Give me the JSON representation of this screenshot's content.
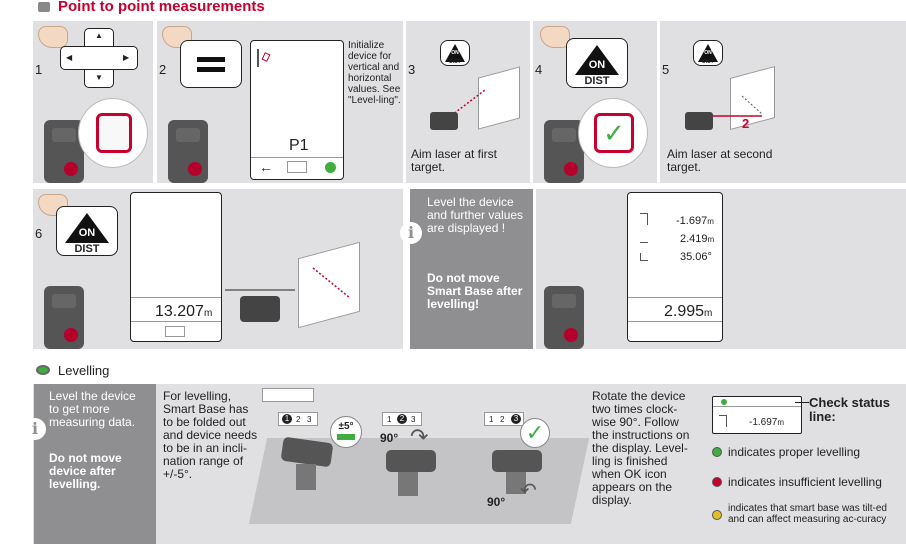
{
  "title": "Point to point measurements",
  "steps": {
    "s1": "1",
    "s2": "2",
    "s3": "3",
    "s4": "4",
    "s5": "5",
    "s6": "6"
  },
  "step2_text": "Initialize device for vertical and horizontal values. See \"Level-ling\".",
  "step2_screen": "P1",
  "step3_text": "Aim laser at first target.",
  "step5_text": "Aim laser at second target.",
  "step5_label": "2",
  "on_label": "ON",
  "dist_label": "DIST",
  "step6_value": "13.207",
  "step6_unit": "m",
  "info1_text": "Level the device and further values are displayed !",
  "info1_bold": "Do not move Smart Base after levelling!",
  "result": {
    "v1": "-1.697",
    "u1": "m",
    "v2": "2.419",
    "u2": "m",
    "v3": "35.06°",
    "main": "2.995",
    "main_unit": "m"
  },
  "levelling": {
    "heading": "Levelling",
    "info_text": "Level the device to get more measuring data.",
    "info_bold": "Do not move device after levelling.",
    "desc": "For levelling, Smart Base has to be folded out and device needs to be in an incli-nation range of +/-5°.",
    "pm5": "±5°",
    "deg90a": "90°",
    "deg90b": "90°",
    "seq1": [
      "1",
      "2",
      "3"
    ],
    "seq2": [
      "1",
      "2",
      "3"
    ],
    "seq3": [
      "1",
      "2",
      "3"
    ],
    "rotate_text": "Rotate the device two times clock-wise 90°. Follow the instructions on the display. Level-ling is finished when OK icon appears on the display.",
    "status_value": "-1.697",
    "status_unit": "m",
    "check_title": "Check status line:",
    "proper": "indicates proper levelling",
    "insufficient": "indicates insufficient levelling",
    "tilted": "indicates that smart base was tilt-ed and can affect measuring ac-curacy"
  },
  "colors": {
    "accent": "#c8002d",
    "panel": "#e0e0e2",
    "info_box": "#8f8f91",
    "green": "#3fae3f"
  }
}
